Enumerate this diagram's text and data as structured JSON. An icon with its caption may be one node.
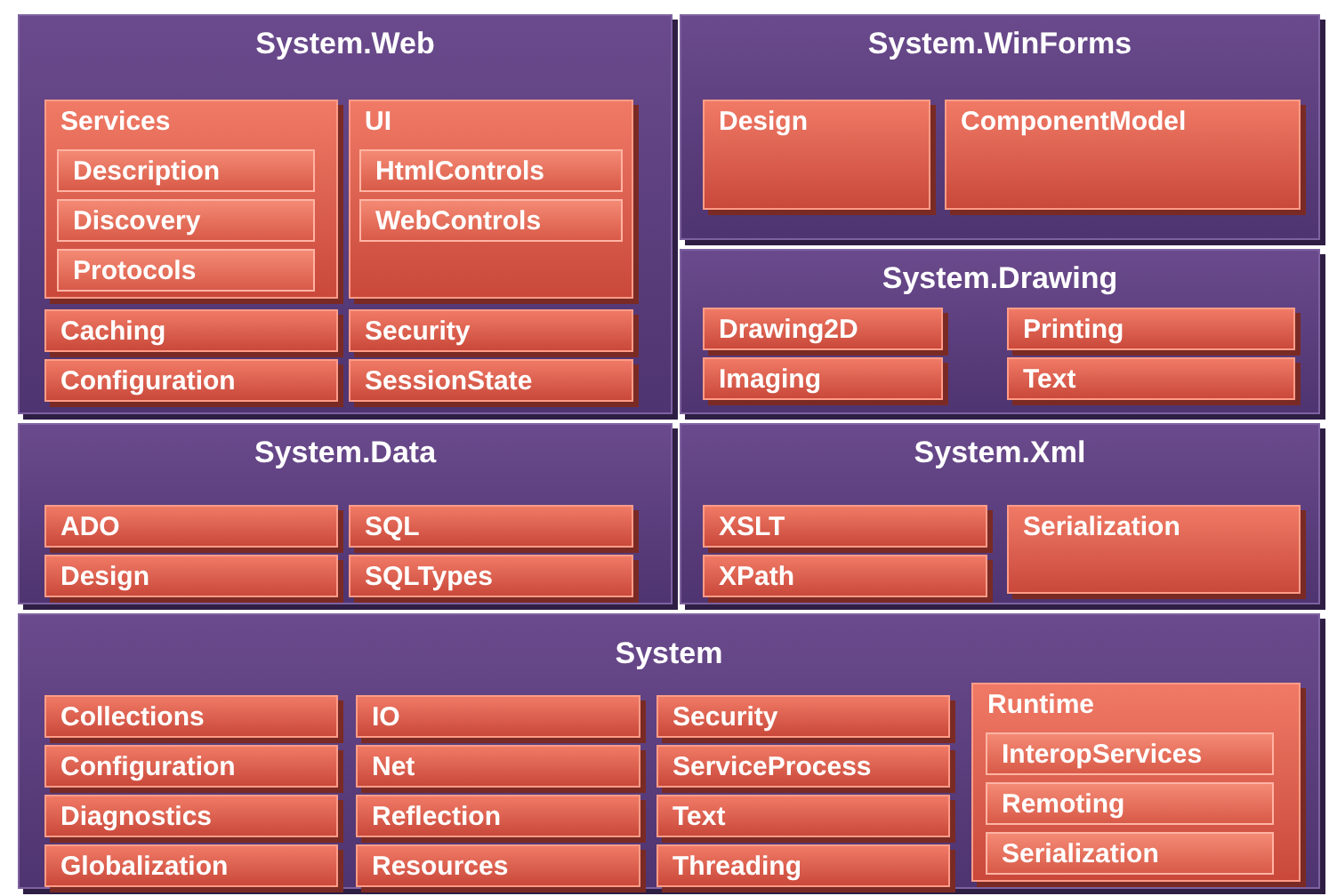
{
  "diagram": {
    "nodes": [
      {
        "text": [
          "System.Web"
        ]
      },
      {
        "text": [
          "Services"
        ],
        "in": 0
      },
      {
        "text": [
          "Description"
        ],
        "in": 1
      },
      {
        "text": [
          "Discovery"
        ],
        "in": 1
      },
      {
        "text": [
          "Protocols"
        ],
        "in": 1
      },
      {
        "text": [
          "UI"
        ],
        "in": 0
      },
      {
        "text": [
          "HtmlControls"
        ],
        "in": 5
      },
      {
        "text": [
          "WebControls"
        ],
        "in": 5
      },
      {
        "text": [
          "Caching"
        ],
        "in": 0
      },
      {
        "text": [
          "Security"
        ],
        "in": 0
      },
      {
        "text": [
          "Configuration"
        ],
        "in": 0
      },
      {
        "text": [
          "SessionState"
        ],
        "in": 0
      },
      {
        "text": [
          "System.WinForms"
        ]
      },
      {
        "text": [
          "Design"
        ],
        "in": 12
      },
      {
        "text": [
          "ComponentModel"
        ],
        "in": 12
      },
      {
        "text": [
          "System.Drawing"
        ]
      },
      {
        "text": [
          "Drawing2D"
        ],
        "in": 15
      },
      {
        "text": [
          "Printing"
        ],
        "in": 15
      },
      {
        "text": [
          "Imaging"
        ],
        "in": 15
      },
      {
        "text": [
          "Text"
        ],
        "in": 15
      },
      {
        "text": [
          "System.Data"
        ]
      },
      {
        "text": [
          "ADO"
        ],
        "in": 20
      },
      {
        "text": [
          "SQL"
        ],
        "in": 20
      },
      {
        "text": [
          "Design"
        ],
        "in": 20
      },
      {
        "text": [
          "SQLTypes"
        ],
        "in": 20
      },
      {
        "text": [
          "System.Xml"
        ]
      },
      {
        "text": [
          "XSLT"
        ],
        "in": 25
      },
      {
        "text": [
          "Serialization"
        ],
        "in": 25
      },
      {
        "text": [
          "XPath"
        ],
        "in": 25
      },
      {
        "text": [
          "System"
        ]
      },
      {
        "text": [
          "Collections"
        ],
        "in": 29
      },
      {
        "text": [
          "IO"
        ],
        "in": 29
      },
      {
        "text": [
          "Security"
        ],
        "in": 29
      },
      {
        "text": [
          "Runtime"
        ],
        "in": 29
      },
      {
        "text": [
          "InteropServices"
        ],
        "in": 33
      },
      {
        "text": [
          "Remoting"
        ],
        "in": 33
      },
      {
        "text": [
          "Serialization"
        ],
        "in": 33
      },
      {
        "text": [
          "Configuration"
        ],
        "in": 29
      },
      {
        "text": [
          "Net"
        ],
        "in": 29
      },
      {
        "text": [
          "ServiceProcess"
        ],
        "in": 29
      },
      {
        "text": [
          "Diagnostics"
        ],
        "in": 29
      },
      {
        "text": [
          "Reflection"
        ],
        "in": 29
      },
      {
        "text": [
          "Text"
        ],
        "in": 29
      },
      {
        "text": [
          "Globalization"
        ],
        "in": 29
      },
      {
        "text": [
          "Resources"
        ],
        "in": 29
      },
      {
        "text": [
          "Threading"
        ],
        "in": 29
      }
    ],
    "edges": []
  }
}
